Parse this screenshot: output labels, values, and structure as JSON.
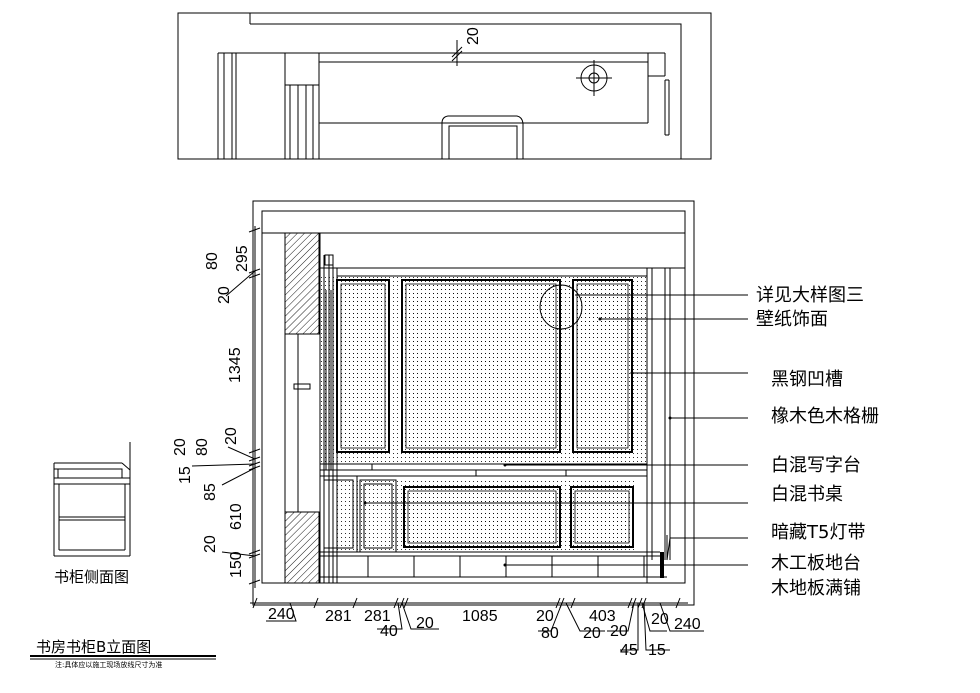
{
  "title": "书房书柜B立面图",
  "note": "注:具体应以施工现场放线尺寸为准",
  "side_view_label": "书柜侧面图",
  "plan_dimension": "20",
  "callouts": [
    "详见大样图三",
    "壁纸饰面",
    "黑钢凹槽",
    "橡木色木格栅",
    "白混写字台",
    "白混书桌",
    "暗藏T5灯带",
    "木工板地台",
    "木地板满铺"
  ],
  "left_dimensions": [
    "80",
    "295",
    "20",
    "1345",
    "20",
    "80",
    "20",
    "15",
    "85",
    "610",
    "20",
    "150"
  ],
  "bottom_dimensions": [
    "240",
    "281",
    "281",
    "40",
    "20",
    "1085",
    "20",
    "80",
    "403",
    "20",
    "20",
    "45",
    "20",
    "15",
    "240"
  ],
  "colors": {
    "line": "#000000",
    "background": "#ffffff"
  }
}
